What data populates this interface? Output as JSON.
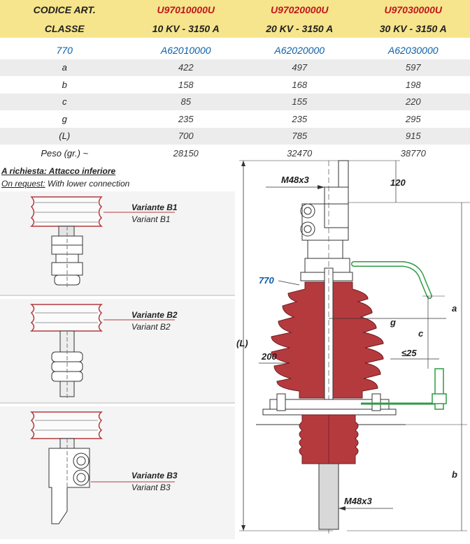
{
  "table": {
    "header1": {
      "label": "CODICE ART.",
      "codes": [
        "U97010000U",
        "U97020000U",
        "U97030000U"
      ]
    },
    "header2": {
      "label": "CLASSE",
      "classes": [
        "10 KV - 3150 A",
        "20 KV - 3150 A",
        "30 KV - 3150 A"
      ]
    },
    "part_row": {
      "label": "770",
      "values": [
        "A62010000",
        "A62020000",
        "A62030000"
      ]
    },
    "rows": [
      {
        "label": "a",
        "values": [
          "422",
          "497",
          "597"
        ]
      },
      {
        "label": "b",
        "values": [
          "158",
          "168",
          "198"
        ]
      },
      {
        "label": "c",
        "values": [
          "85",
          "155",
          "220"
        ]
      },
      {
        "label": "g",
        "values": [
          "235",
          "235",
          "295"
        ]
      },
      {
        "label": "(L)",
        "values": [
          "700",
          "785",
          "915"
        ]
      },
      {
        "label": "Peso (gr.) ~",
        "values": [
          "28150",
          "32470",
          "38770"
        ]
      }
    ]
  },
  "notes": {
    "it_prefix": "A richiesta:",
    "it_text": " Attacco inferiore",
    "en_prefix": "On request:",
    "en_text": " With lower connection"
  },
  "variants": [
    {
      "it": "Variante B1",
      "en": "Variant B1"
    },
    {
      "it": "Variante B2",
      "en": "Variant B2"
    },
    {
      "it": "Variante B3",
      "en": "Variant B3"
    }
  ],
  "drawing": {
    "thread_top": "M48x3",
    "thread_bottom": "M48x3",
    "dim_top": "120",
    "part_ref": "770",
    "dim_g": "g",
    "dim_c": "c",
    "dim_a": "a",
    "dim_b": "b",
    "dim_L": "(L)",
    "dim_200": "200",
    "dim_25": "≤25"
  },
  "colors": {
    "header_bg": "#f6e58c",
    "code_red": "#c0171c",
    "part_blue": "#0a5ea8",
    "porcelain": "#b53a3e",
    "connector_green": "#2e9a44",
    "row_shade": "#ececec"
  }
}
